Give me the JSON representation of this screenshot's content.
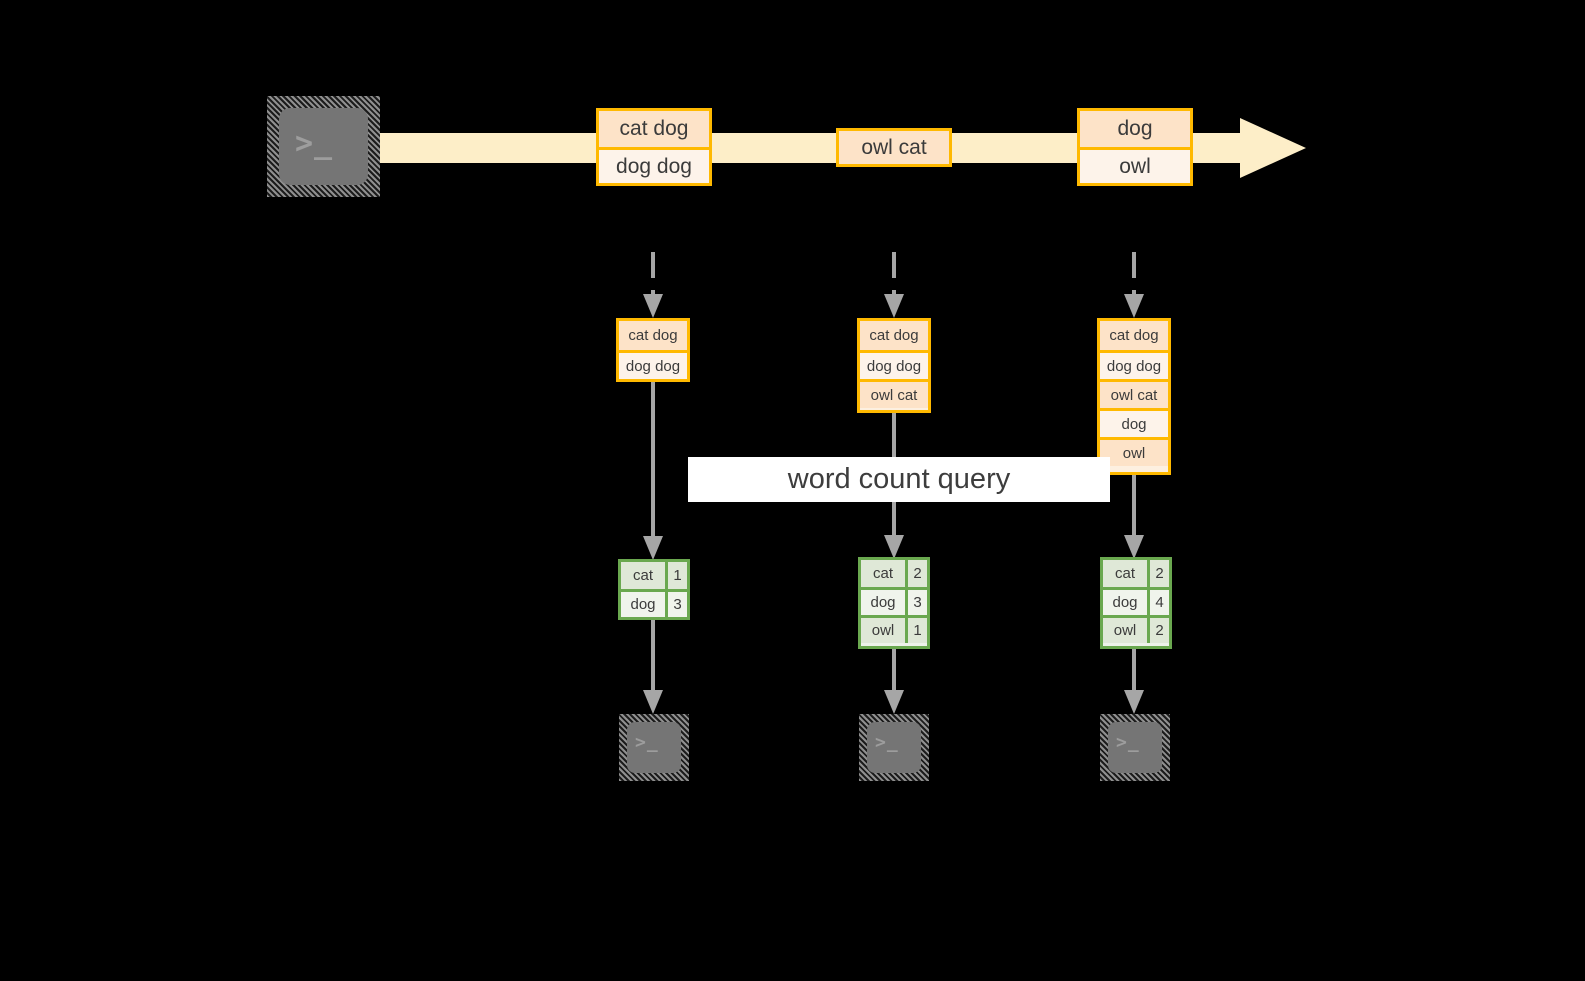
{
  "diagram": {
    "title_label": "word count query",
    "colors": {
      "record_border": "#ffb900",
      "record_fill_dark": "#fde3c8",
      "record_fill_light": "#fdf3ea",
      "result_border": "#6aa84f",
      "result_fill_dark": "#dfe8d7",
      "result_fill_light": "#f0f4ec",
      "stream_fill": "#fdeec8",
      "connector": "#a6a6a6",
      "terminal_face": "#757575",
      "background": "#000000",
      "label_background": "#ffffff",
      "text": "#3b3b3b"
    },
    "source": {
      "icon": "terminal-icon",
      "glyph": ">_"
    },
    "stream": {
      "icon": "right-arrow-icon",
      "groups": [
        {
          "rows": [
            {
              "text": "cat dog",
              "shade": "dark"
            },
            {
              "text": "dog dog",
              "shade": "light"
            }
          ]
        },
        {
          "rows": [
            {
              "text": "owl cat",
              "shade": "dark"
            }
          ]
        },
        {
          "rows": [
            {
              "text": "dog",
              "shade": "dark"
            },
            {
              "text": "owl",
              "shade": "light"
            }
          ]
        }
      ]
    },
    "snapshots": [
      {
        "rows": [
          {
            "text": "cat dog",
            "shade": "dark"
          },
          {
            "text": "dog dog",
            "shade": "light"
          }
        ]
      },
      {
        "rows": [
          {
            "text": "cat dog",
            "shade": "dark"
          },
          {
            "text": "dog dog",
            "shade": "light"
          },
          {
            "text": "owl cat",
            "shade": "dark"
          }
        ]
      },
      {
        "rows": [
          {
            "text": "cat dog",
            "shade": "dark"
          },
          {
            "text": "dog dog",
            "shade": "light"
          },
          {
            "text": "owl cat",
            "shade": "dark"
          },
          {
            "text": "dog",
            "shade": "light"
          },
          {
            "text": "owl",
            "shade": "dark"
          }
        ]
      }
    ],
    "results": [
      {
        "rows": [
          {
            "word": "cat",
            "count": "1",
            "shade": "dark"
          },
          {
            "word": "dog",
            "count": "3",
            "shade": "light"
          }
        ]
      },
      {
        "rows": [
          {
            "word": "cat",
            "count": "2",
            "shade": "dark"
          },
          {
            "word": "dog",
            "count": "3",
            "shade": "light"
          },
          {
            "word": "owl",
            "count": "1",
            "shade": "dark"
          }
        ]
      },
      {
        "rows": [
          {
            "word": "cat",
            "count": "2",
            "shade": "dark"
          },
          {
            "word": "dog",
            "count": "4",
            "shade": "light"
          },
          {
            "word": "owl",
            "count": "2",
            "shade": "dark"
          }
        ]
      }
    ],
    "sinks": [
      {
        "icon": "terminal-icon",
        "glyph": ">_"
      },
      {
        "icon": "terminal-icon",
        "glyph": ">_"
      },
      {
        "icon": "terminal-icon",
        "glyph": ">_"
      }
    ]
  }
}
